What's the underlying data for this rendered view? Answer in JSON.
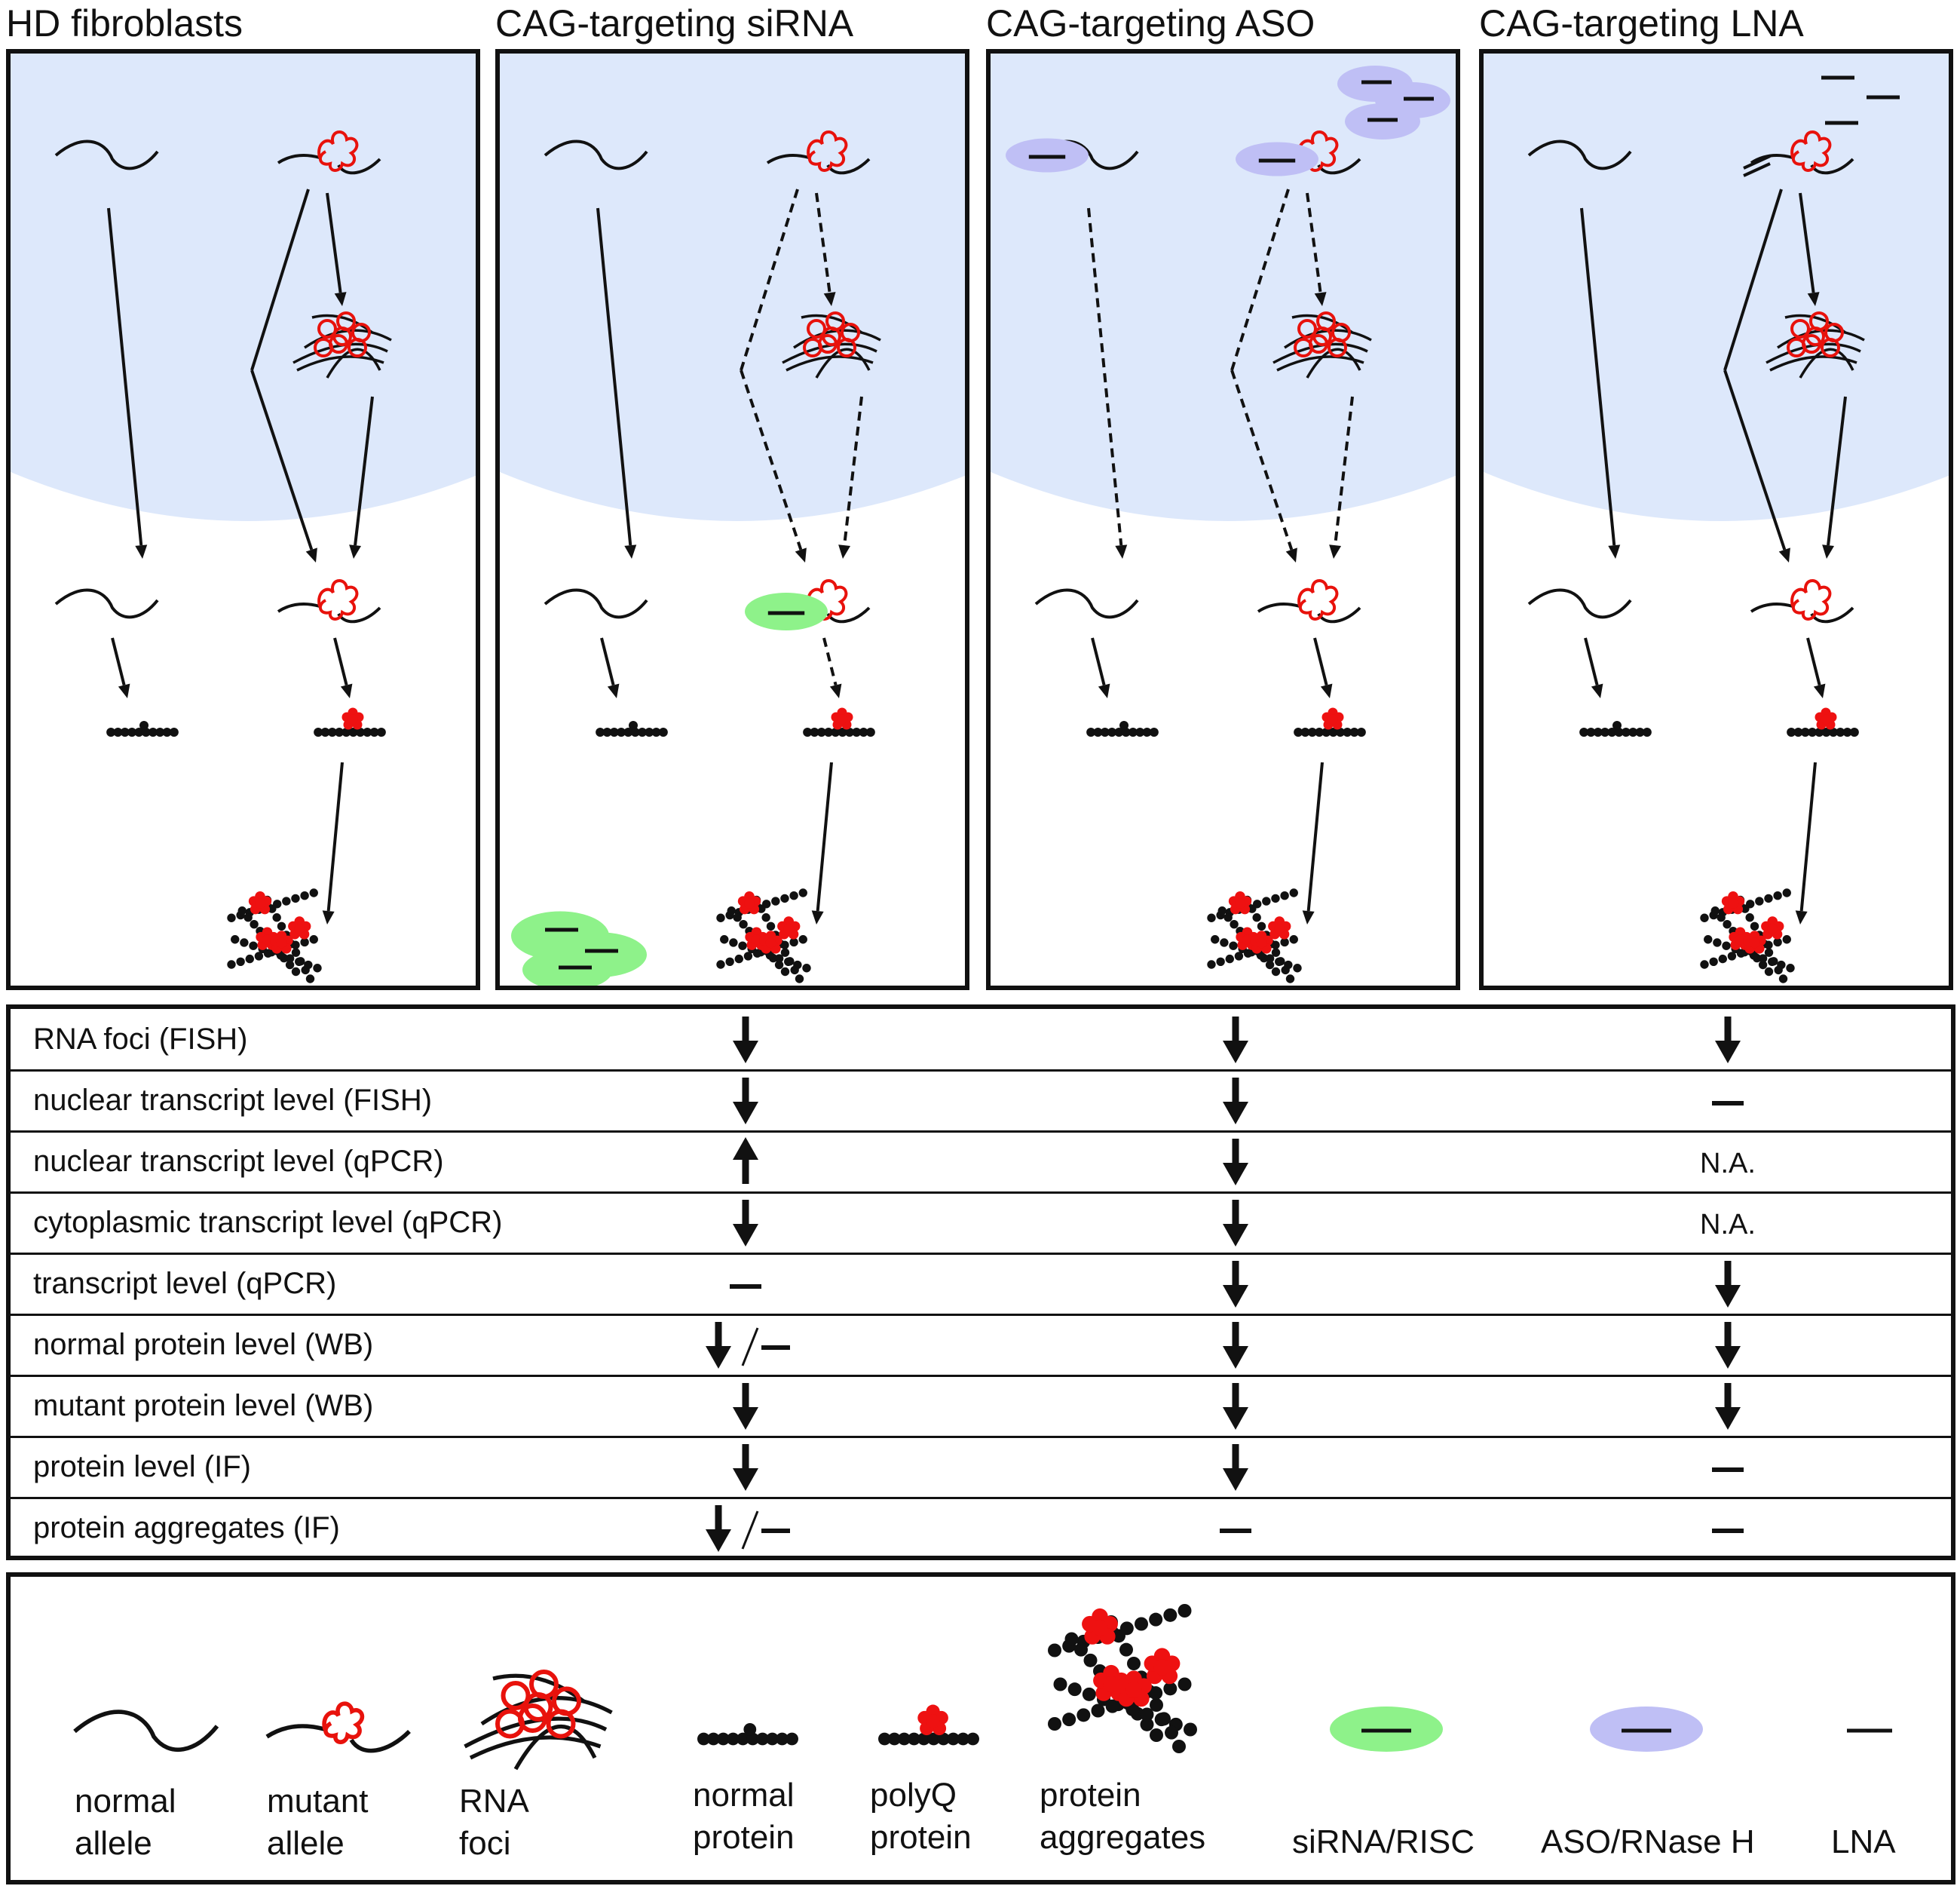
{
  "panels": [
    {
      "title": "HD fibroblasts",
      "reagent": "none"
    },
    {
      "title": "CAG-targeting siRNA",
      "reagent": "siRNA"
    },
    {
      "title": "CAG-targeting ASO",
      "reagent": "ASO"
    },
    {
      "title": "CAG-targeting LNA",
      "reagent": "LNA"
    }
  ],
  "table": {
    "rows": [
      {
        "label": "RNA foci (FISH)",
        "siRNA": "down",
        "ASO": "down",
        "LNA": "down"
      },
      {
        "label": "nuclear transcript level (FISH)",
        "siRNA": "down",
        "ASO": "down",
        "LNA": "unchanged"
      },
      {
        "label": "nuclear transcript level (qPCR)",
        "siRNA": "up",
        "ASO": "down",
        "LNA": "N.A."
      },
      {
        "label": "cytoplasmic transcript level (qPCR)",
        "siRNA": "down",
        "ASO": "down",
        "LNA": "N.A."
      },
      {
        "label": "transcript level (qPCR)",
        "siRNA": "unchanged",
        "ASO": "down",
        "LNA": "down"
      },
      {
        "label": "normal protein level (WB)",
        "siRNA": "down/unchanged",
        "ASO": "down",
        "LNA": "down"
      },
      {
        "label": "mutant protein level (WB)",
        "siRNA": "down",
        "ASO": "down",
        "LNA": "down"
      },
      {
        "label": "protein level (IF)",
        "siRNA": "down",
        "ASO": "down",
        "LNA": "unchanged"
      },
      {
        "label": "protein aggregates (IF)",
        "siRNA": "down/unchanged",
        "ASO": "unchanged",
        "LNA": "unchanged"
      }
    ]
  },
  "legend": [
    {
      "key": "normal_allele",
      "label": "normal\nallele"
    },
    {
      "key": "mutant_allele",
      "label": "mutant\nallele"
    },
    {
      "key": "rna_foci",
      "label": "RNA\nfoci"
    },
    {
      "key": "normal_protein",
      "label": "normal\nprotein"
    },
    {
      "key": "polyq_protein",
      "label": "polyQ\nprotein"
    },
    {
      "key": "protein_aggregates",
      "label": "protein\naggregates"
    },
    {
      "key": "sirna_risc",
      "label": "siRNA/RISC"
    },
    {
      "key": "aso_rnase_h",
      "label": "ASO/RNase H"
    },
    {
      "key": "lna",
      "label": "LNA"
    }
  ],
  "colors": {
    "nucleus": "#dde8fb",
    "mutant_repeat": "#e8120c",
    "protein_bead": "#111111",
    "polyq": "#ee1111",
    "sirna_blob": "#8ef28a",
    "aso_blob": "#bfbff5",
    "arrow": "#111111"
  }
}
